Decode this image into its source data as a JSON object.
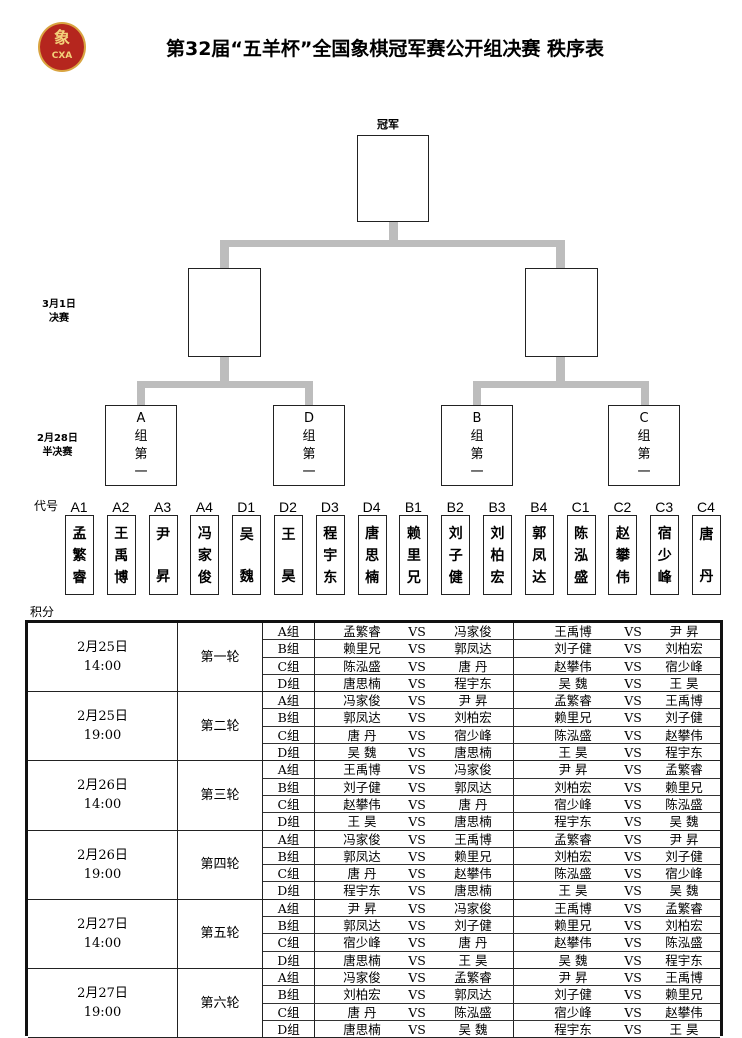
{
  "header": {
    "logo_text": "象",
    "logo_sub": "CXA",
    "title": "第32届“五羊杯”全国象棋冠军赛公开组决赛 秩序表"
  },
  "bracket": {
    "champion": "冠军",
    "final_label": [
      "3月1日",
      "决赛"
    ],
    "semi_label": [
      "2月28日",
      "半决赛"
    ],
    "quarters": [
      [
        "A",
        "组",
        "第",
        "一"
      ],
      [
        "D",
        "组",
        "第",
        "一"
      ],
      [
        "B",
        "组",
        "第",
        "一"
      ],
      [
        "C",
        "组",
        "第",
        "一"
      ]
    ]
  },
  "players_label": "代号",
  "score_label": "积分",
  "players": [
    {
      "code": "A1",
      "name": "孟繁睿"
    },
    {
      "code": "A2",
      "name": "王禹博"
    },
    {
      "code": "A3",
      "name": "尹 昇"
    },
    {
      "code": "A4",
      "name": "冯家俊"
    },
    {
      "code": "D1",
      "name": "吴 魏"
    },
    {
      "code": "D2",
      "name": "王 昊"
    },
    {
      "code": "D3",
      "name": "程宇东"
    },
    {
      "code": "D4",
      "name": "唐思楠"
    },
    {
      "code": "B1",
      "name": "赖里兄"
    },
    {
      "code": "B2",
      "name": "刘子健"
    },
    {
      "code": "B3",
      "name": "刘柏宏"
    },
    {
      "code": "B4",
      "name": "郭凤达"
    },
    {
      "code": "C1",
      "name": "陈泓盛"
    },
    {
      "code": "C2",
      "name": "赵攀伟"
    },
    {
      "code": "C3",
      "name": "宿少峰"
    },
    {
      "code": "C4",
      "name": "唐 丹"
    }
  ],
  "vs": "VS",
  "rounds": [
    {
      "date": "2月25日",
      "time": "14:00",
      "round": "第一轮",
      "games": [
        [
          "A组",
          "孟繁睿",
          "冯家俊",
          "王禹博",
          "尹 昇"
        ],
        [
          "B组",
          "赖里兄",
          "郭凤达",
          "刘子健",
          "刘柏宏"
        ],
        [
          "C组",
          "陈泓盛",
          "唐 丹",
          "赵攀伟",
          "宿少峰"
        ],
        [
          "D组",
          "唐思楠",
          "程宇东",
          "吴 魏",
          "王 昊"
        ]
      ]
    },
    {
      "date": "2月25日",
      "time": "19:00",
      "round": "第二轮",
      "games": [
        [
          "A组",
          "冯家俊",
          "尹 昇",
          "孟繁睿",
          "王禹博"
        ],
        [
          "B组",
          "郭凤达",
          "刘柏宏",
          "赖里兄",
          "刘子健"
        ],
        [
          "C组",
          "唐 丹",
          "宿少峰",
          "陈泓盛",
          "赵攀伟"
        ],
        [
          "D组",
          "吴 魏",
          "唐思楠",
          "王 昊",
          "程宇东"
        ]
      ]
    },
    {
      "date": "2月26日",
      "time": "14:00",
      "round": "第三轮",
      "games": [
        [
          "A组",
          "王禹博",
          "冯家俊",
          "尹 昇",
          "孟繁睿"
        ],
        [
          "B组",
          "刘子健",
          "郭凤达",
          "刘柏宏",
          "赖里兄"
        ],
        [
          "C组",
          "赵攀伟",
          "唐 丹",
          "宿少峰",
          "陈泓盛"
        ],
        [
          "D组",
          "王 昊",
          "唐思楠",
          "程宇东",
          "吴 魏"
        ]
      ]
    },
    {
      "date": "2月26日",
      "time": "19:00",
      "round": "第四轮",
      "games": [
        [
          "A组",
          "冯家俊",
          "王禹博",
          "孟繁睿",
          "尹 昇"
        ],
        [
          "B组",
          "郭凤达",
          "赖里兄",
          "刘柏宏",
          "刘子健"
        ],
        [
          "C组",
          "唐 丹",
          "赵攀伟",
          "陈泓盛",
          "宿少峰"
        ],
        [
          "D组",
          "程宇东",
          "唐思楠",
          "王 昊",
          "吴 魏"
        ]
      ]
    },
    {
      "date": "2月27日",
      "time": "14:00",
      "round": "第五轮",
      "games": [
        [
          "A组",
          "尹 昇",
          "冯家俊",
          "王禹博",
          "孟繁睿"
        ],
        [
          "B组",
          "郭凤达",
          "刘子健",
          "赖里兄",
          "刘柏宏"
        ],
        [
          "C组",
          "宿少峰",
          "唐 丹",
          "赵攀伟",
          "陈泓盛"
        ],
        [
          "D组",
          "唐思楠",
          "王 昊",
          "吴 魏",
          "程宇东"
        ]
      ]
    },
    {
      "date": "2月27日",
      "time": "19:00",
      "round": "第六轮",
      "games": [
        [
          "A组",
          "冯家俊",
          "孟繁睿",
          "尹 昇",
          "王禹博"
        ],
        [
          "B组",
          "刘柏宏",
          "郭凤达",
          "刘子健",
          "赖里兄"
        ],
        [
          "C组",
          "唐 丹",
          "陈泓盛",
          "宿少峰",
          "赵攀伟"
        ],
        [
          "D组",
          "唐思楠",
          "吴 魏",
          "程宇东",
          "王 昊"
        ]
      ]
    }
  ]
}
